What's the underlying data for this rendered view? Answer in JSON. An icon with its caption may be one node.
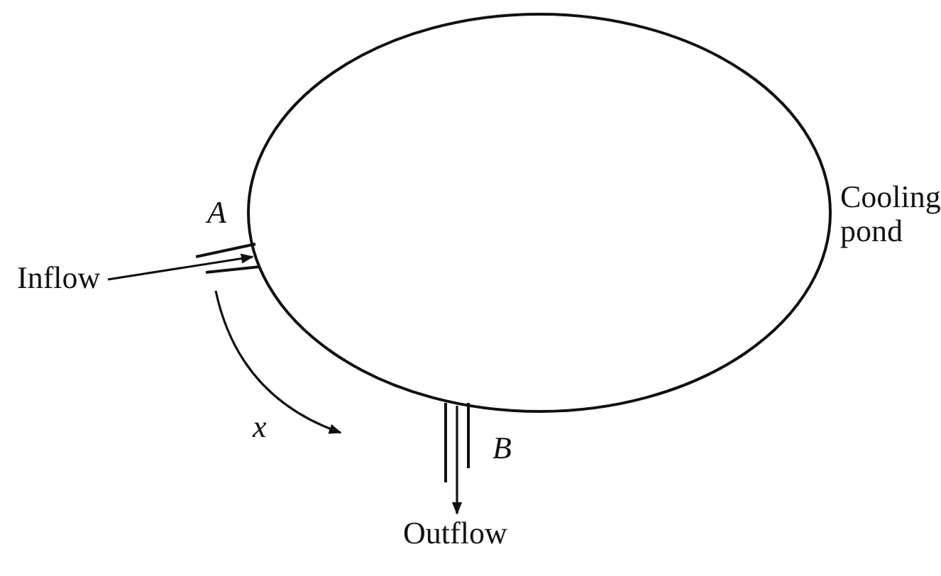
{
  "diagram": {
    "nodes": [
      {
        "text": [
          "Cooling pond"
        ]
      },
      {
        "text": [
          "Inflow"
        ]
      },
      {
        "text": [
          "Outflow"
        ]
      }
    ],
    "edges": [
      {
        "from": 1,
        "to": 0,
        "arrow": "to"
      },
      {
        "from": 0,
        "to": 2,
        "arrow": "to"
      }
    ],
    "labels": [
      "A",
      "x",
      "B"
    ]
  }
}
